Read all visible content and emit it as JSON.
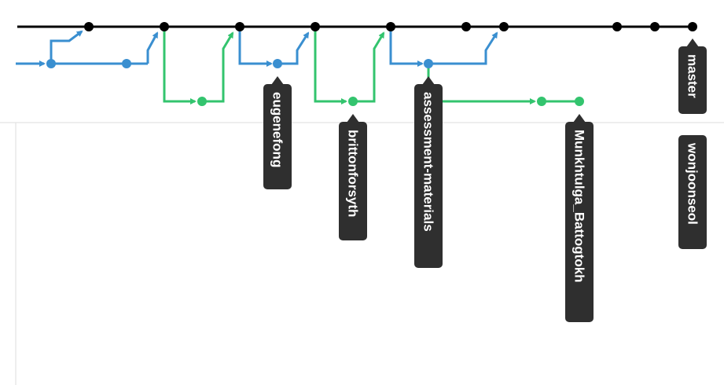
{
  "colors": {
    "master": "#000000",
    "blue": "#3a8fd0",
    "green": "#33c46e",
    "label_bg": "#2f2f2f",
    "label_text": "#ffffff",
    "grid": "#dddddd"
  },
  "branch_labels": [
    {
      "id": "eugenefong",
      "text": "eugenefong"
    },
    {
      "id": "brittonforsyth",
      "text": "brittonforsyth"
    },
    {
      "id": "assessment-materials",
      "text": "assessment-materials"
    },
    {
      "id": "munkhtulga",
      "text": "Munkhtulga_Battogtokh"
    },
    {
      "id": "master",
      "text": "master"
    },
    {
      "id": "wonjoonseol",
      "text": "wonjoonseol"
    }
  ]
}
